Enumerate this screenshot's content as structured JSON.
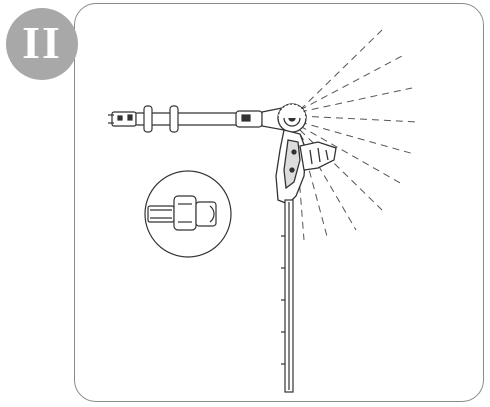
{
  "step": {
    "number": "II",
    "icon": "step-number-badge"
  },
  "illustration": {
    "subject": "pole-hedge-trimmer-head-angle-adjustment",
    "colors": {
      "badge": "#a8a8a8",
      "outline": "#333333",
      "dash_lines": "#555555",
      "panel_border": "#8a8a8a"
    }
  }
}
